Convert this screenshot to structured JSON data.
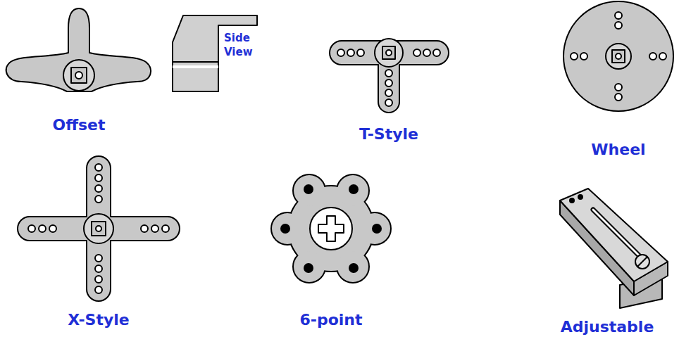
{
  "diagram": {
    "labels": [
      "Offset",
      "Side View",
      "T-Style",
      "Wheel",
      "X-Style",
      "6-point",
      "Adjustable"
    ]
  }
}
